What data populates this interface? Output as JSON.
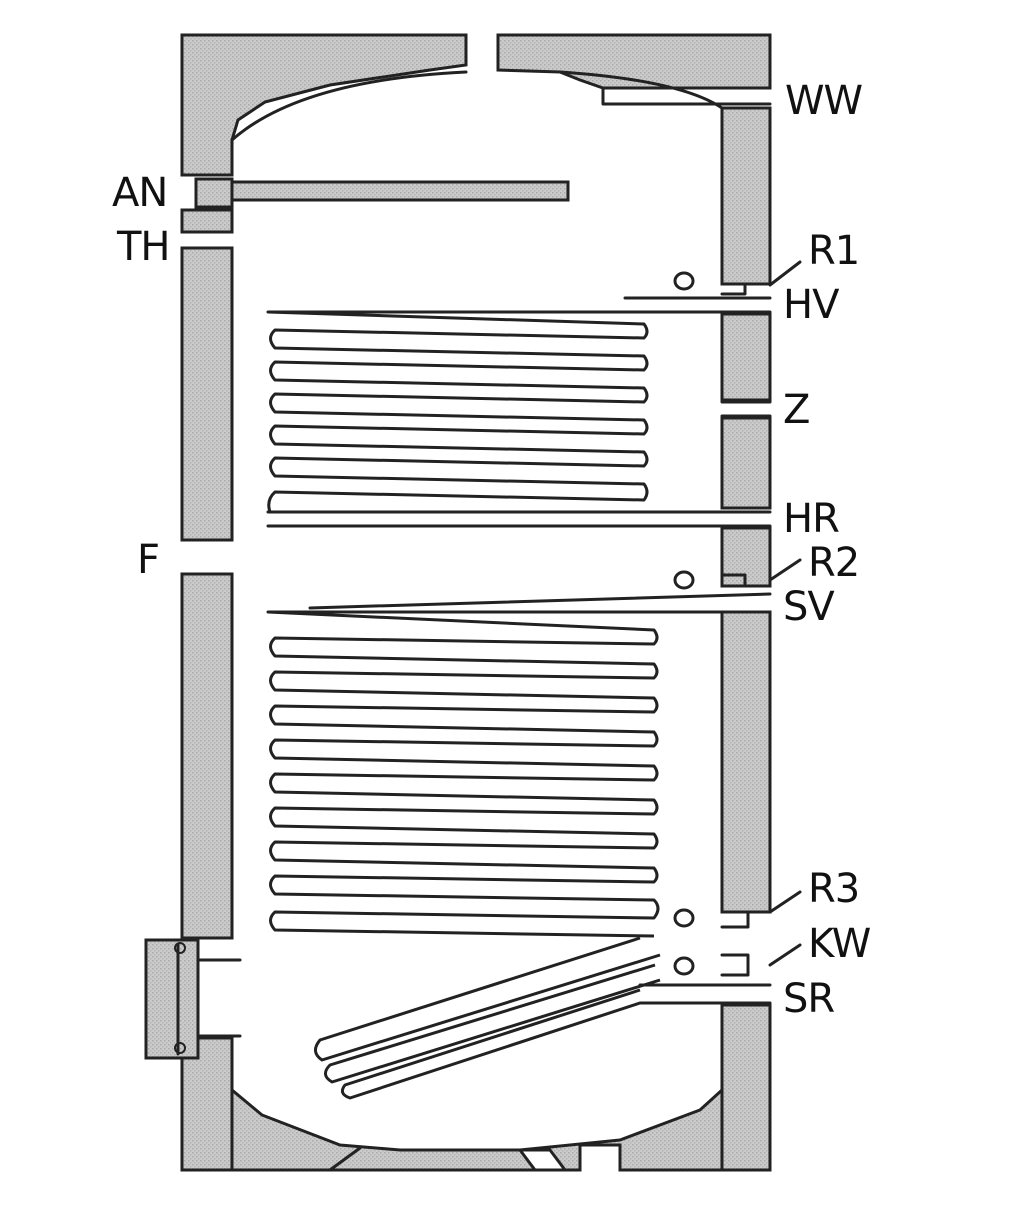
{
  "labels": {
    "ww": "WW",
    "an": "AN",
    "th": "TH",
    "r1": "R1",
    "hv": "HV",
    "z": "Z",
    "hr": "HR",
    "f": "F",
    "r2": "R2",
    "sv": "SV",
    "r3": "R3",
    "kw": "KW",
    "sr": "SR"
  },
  "colors": {
    "insulation": "#c9c9c9",
    "line": "#222222",
    "background": "#ffffff"
  }
}
